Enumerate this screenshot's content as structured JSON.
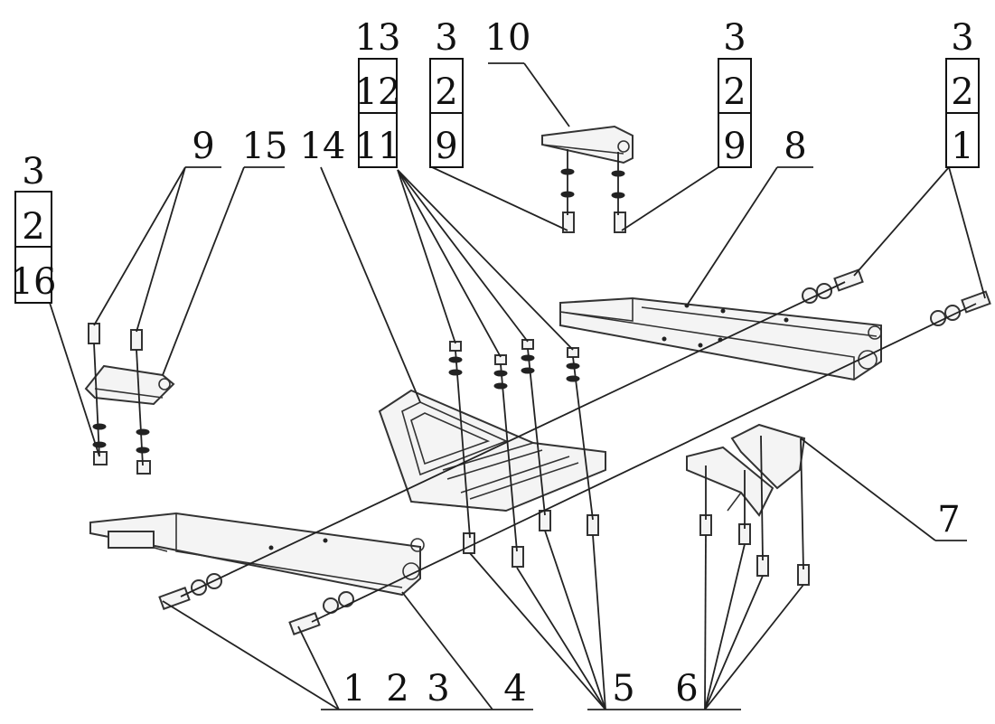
{
  "labels": {
    "c13": "13",
    "c12": "12",
    "c11": "11",
    "a3": "3",
    "a2": "2",
    "a9": "9",
    "p10": "10",
    "b3": "3",
    "b2": "2",
    "b9": "9",
    "r3": "3",
    "r2": "2",
    "r1": "1",
    "p8": "8",
    "l3": "3",
    "l2": "2",
    "l16": "16",
    "p9": "9",
    "p15": "15",
    "p14": "14",
    "p7": "7",
    "f1": "1",
    "f2": "2",
    "f3": "3",
    "p4": "4",
    "p5": "5",
    "p6": "6"
  }
}
